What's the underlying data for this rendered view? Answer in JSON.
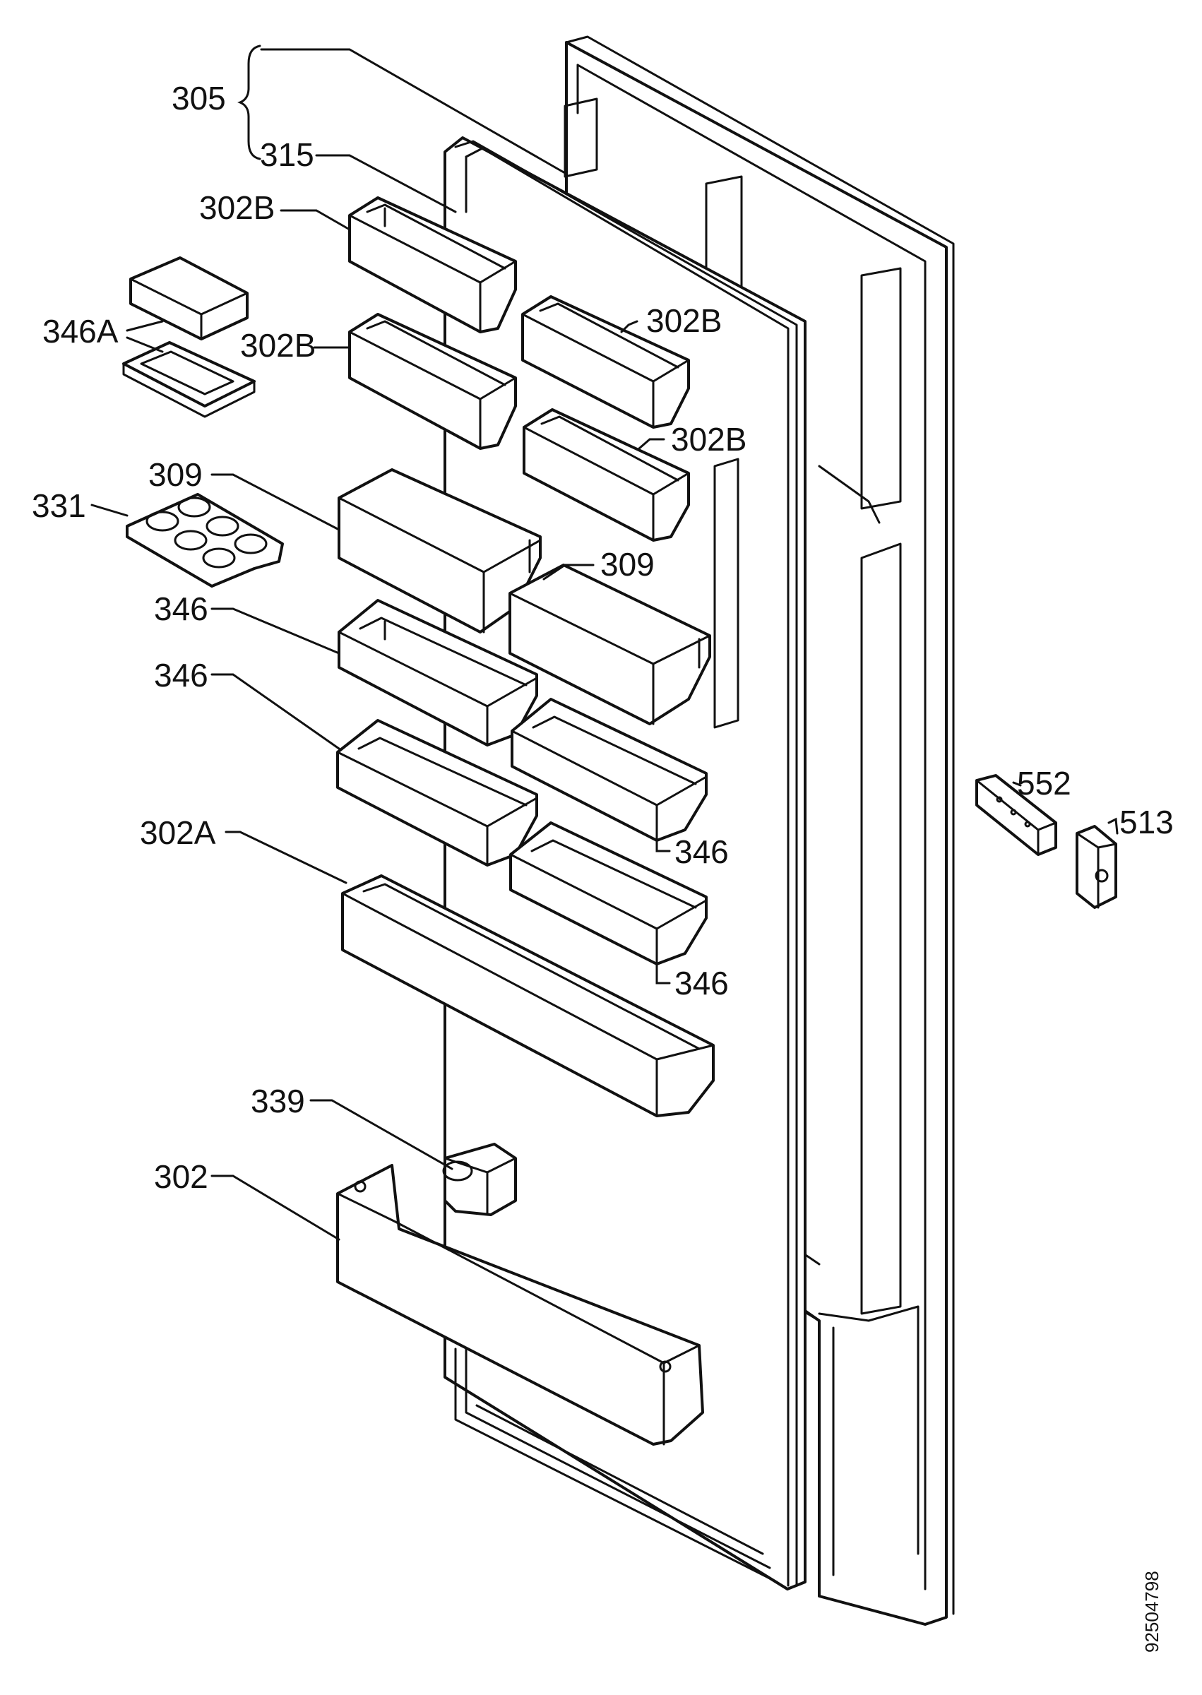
{
  "labels": {
    "l305": "305",
    "l315": "315",
    "l302b_1": "302B",
    "l302b_2": "302B",
    "l302b_3": "302B",
    "l302b_4": "302B",
    "l346a": "346A",
    "l309_1": "309",
    "l309_2": "309",
    "l331": "331",
    "l346_1": "346",
    "l346_2": "346",
    "l346_3": "346",
    "l346_4": "346",
    "l302a": "302A",
    "l339": "339",
    "l302": "302",
    "l552": "552",
    "l513": "513"
  },
  "doc_number": "92504798",
  "colors": {
    "line": "#111111",
    "background": "#ffffff"
  }
}
